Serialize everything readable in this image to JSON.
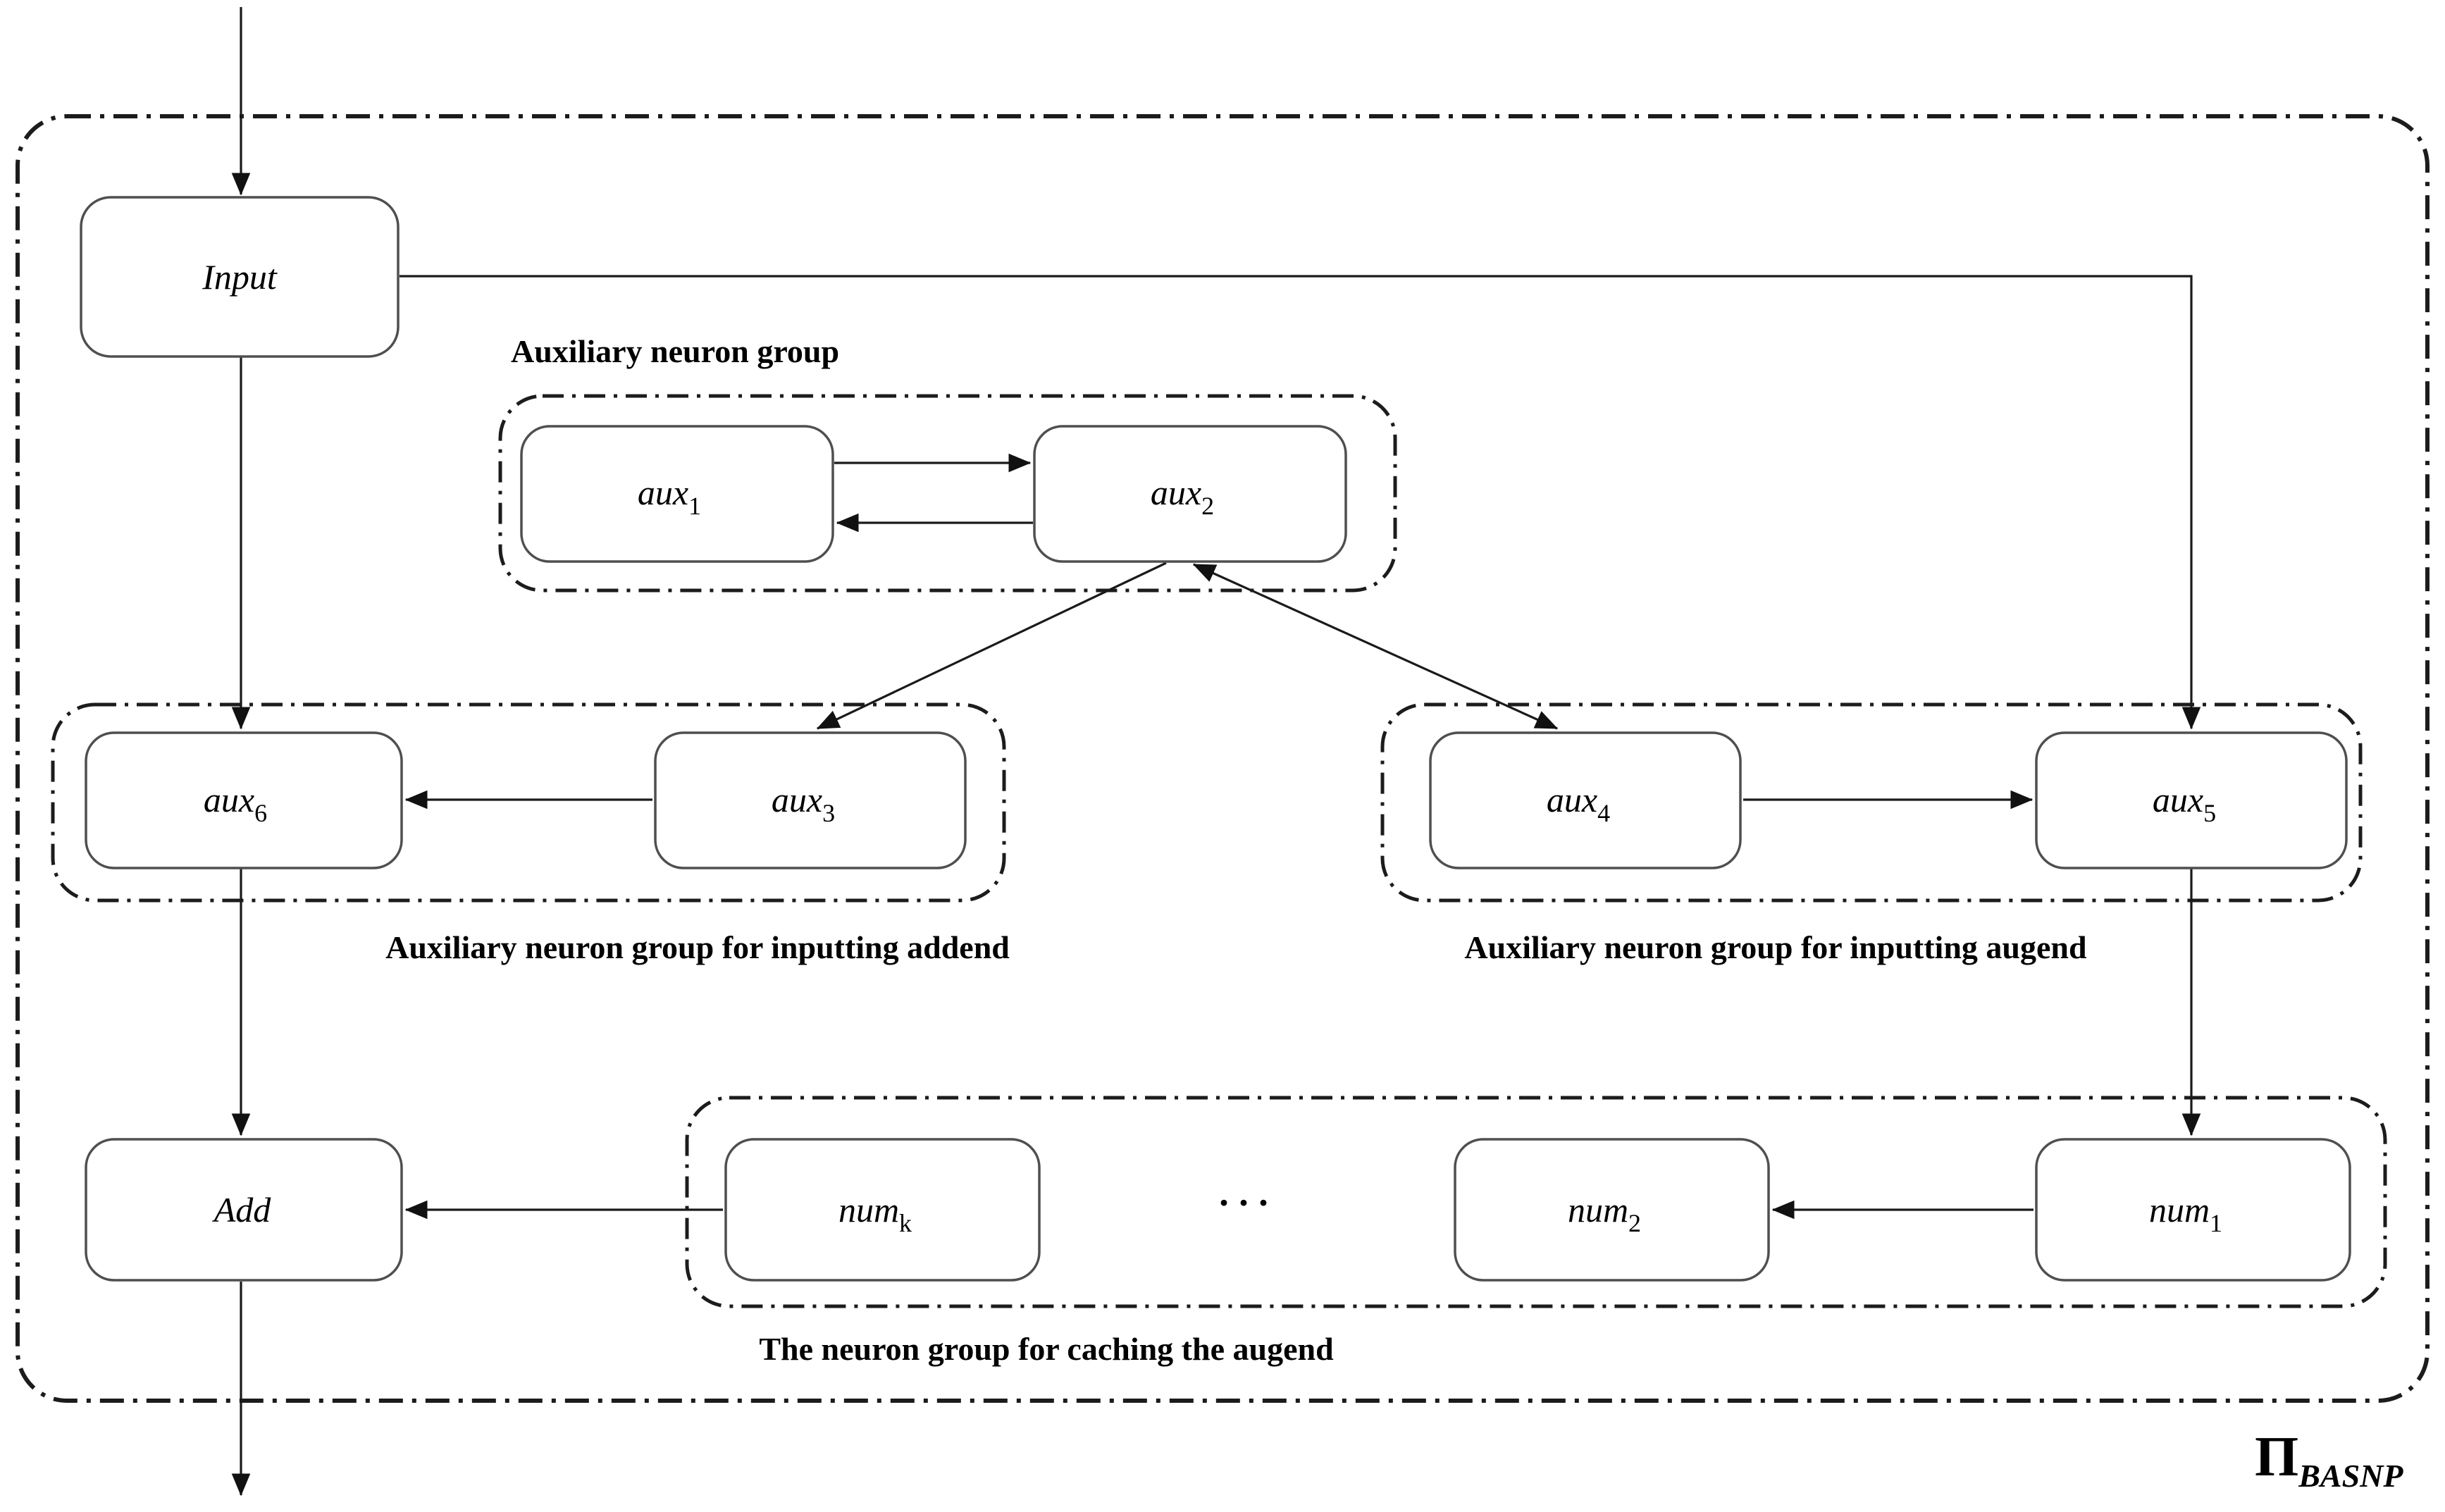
{
  "system": {
    "name": "Π",
    "subscript": "BASNP"
  },
  "nodes": {
    "input": {
      "label": "Input"
    },
    "aux1": {
      "base": "aux",
      "sub": "1"
    },
    "aux2": {
      "base": "aux",
      "sub": "2"
    },
    "aux3": {
      "base": "aux",
      "sub": "3"
    },
    "aux4": {
      "base": "aux",
      "sub": "4"
    },
    "aux5": {
      "base": "aux",
      "sub": "5"
    },
    "aux6": {
      "base": "aux",
      "sub": "6"
    },
    "add": {
      "label": "Add"
    },
    "numk": {
      "base": "num",
      "sub": "k"
    },
    "num2": {
      "base": "num",
      "sub": "2"
    },
    "num1": {
      "base": "num",
      "sub": "1"
    }
  },
  "groups": {
    "auxiliary": {
      "label": "Auxiliary neuron group"
    },
    "addend": {
      "label": "Auxiliary neuron group for inputting addend"
    },
    "augend": {
      "label": "Auxiliary neuron group for inputting augend"
    },
    "caching": {
      "label": "The neuron group for caching the augend"
    }
  },
  "ellipsis": "···",
  "colors": {
    "background": "#ffffff",
    "line": "#1a1a1a",
    "box_stroke": "#4f4f4f",
    "text": "#000000"
  },
  "edges": [
    {
      "from": "external",
      "to": "Input"
    },
    {
      "from": "Input",
      "to": "aux5"
    },
    {
      "from": "Input",
      "to": "aux6"
    },
    {
      "from": "aux1",
      "to": "aux2"
    },
    {
      "from": "aux2",
      "to": "aux1"
    },
    {
      "from": "aux2",
      "to": "aux3"
    },
    {
      "from": "aux2",
      "to": "aux4",
      "bidirectional": true
    },
    {
      "from": "aux3",
      "to": "aux6"
    },
    {
      "from": "aux4",
      "to": "aux5"
    },
    {
      "from": "aux6",
      "to": "Add"
    },
    {
      "from": "aux5",
      "to": "num1"
    },
    {
      "from": "num1",
      "to": "num2"
    },
    {
      "from": "numk",
      "to": "Add"
    },
    {
      "from": "Add",
      "to": "external"
    }
  ]
}
